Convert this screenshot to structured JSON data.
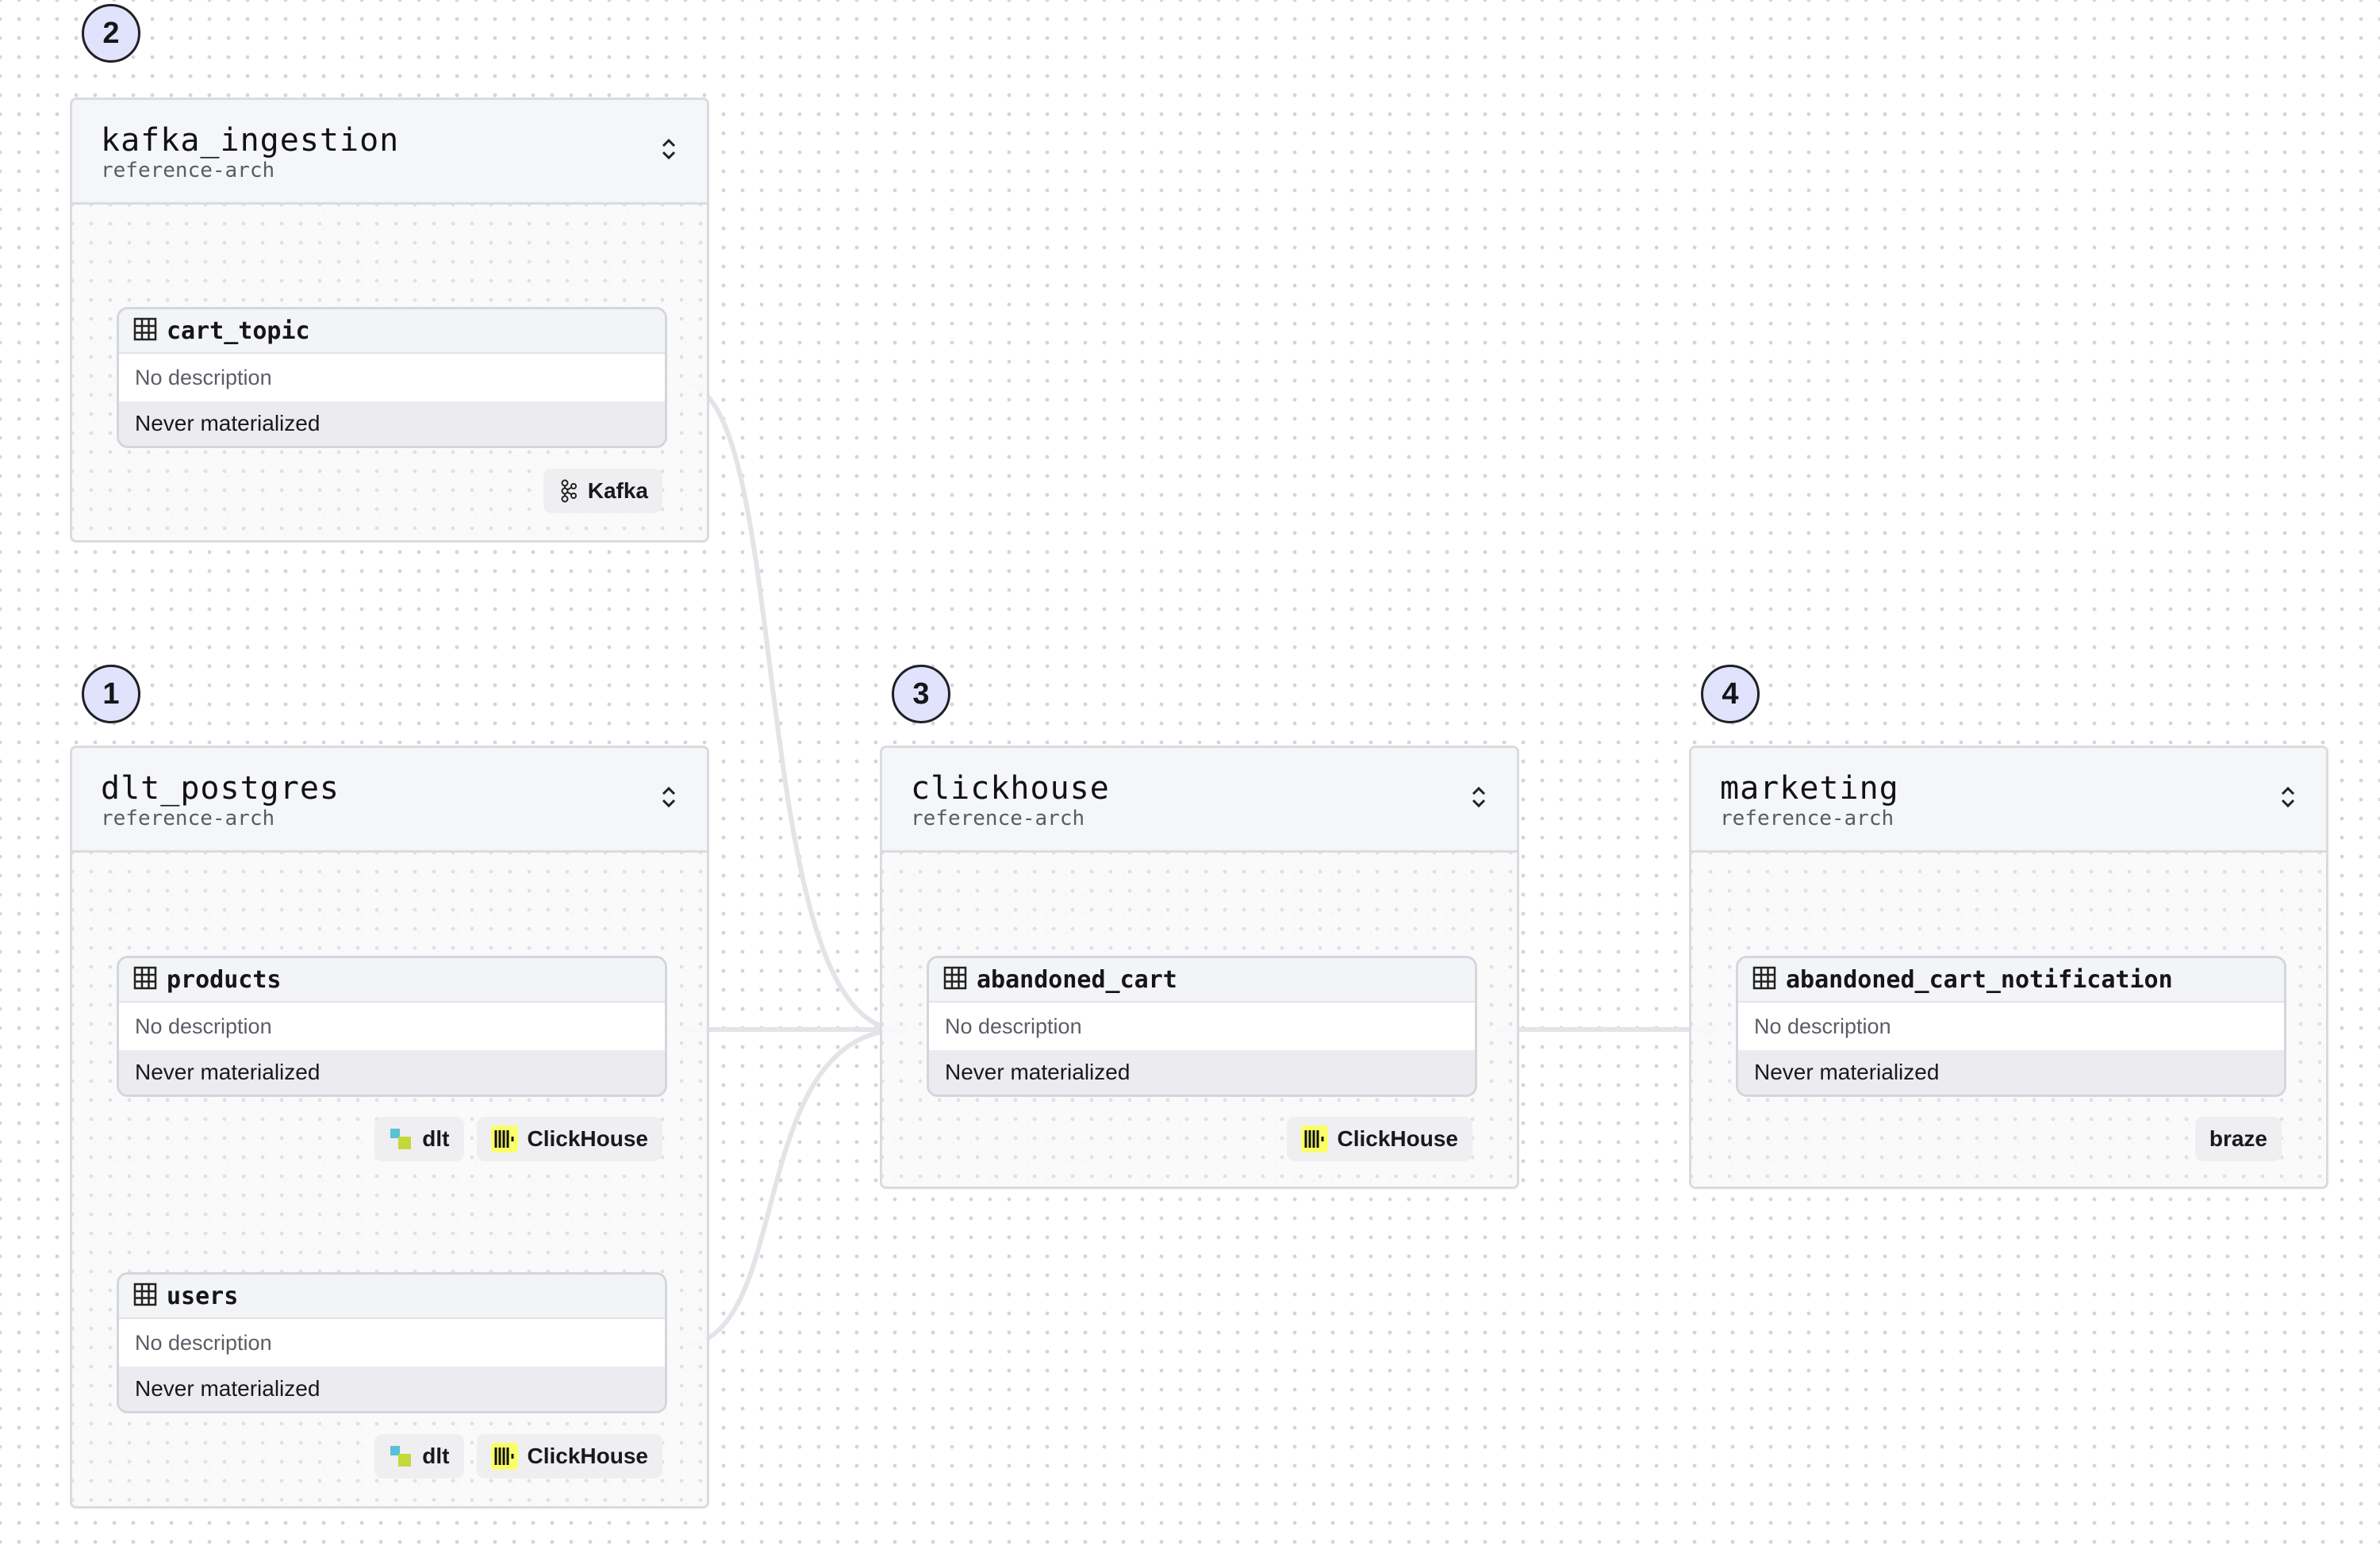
{
  "canvas": {
    "background": "#ffffff",
    "badge_fill": "#e1e2fb",
    "edge_color": "#e3e4e8"
  },
  "groups": {
    "kafka": {
      "step": "2",
      "title": "kafka_ingestion",
      "subtitle": "reference-arch",
      "assets": [
        {
          "name": "cart_topic",
          "description": "No description",
          "status": "Never materialized",
          "tags": [
            {
              "label": "Kafka",
              "icon": "kafka-icon"
            }
          ]
        }
      ]
    },
    "dlt": {
      "step": "1",
      "title": "dlt_postgres",
      "subtitle": "reference-arch",
      "assets": [
        {
          "name": "products",
          "description": "No description",
          "status": "Never materialized",
          "tags": [
            {
              "label": "dlt",
              "icon": "dlt-icon"
            },
            {
              "label": "ClickHouse",
              "icon": "clickhouse-icon"
            }
          ]
        },
        {
          "name": "users",
          "description": "No description",
          "status": "Never materialized",
          "tags": [
            {
              "label": "dlt",
              "icon": "dlt-icon"
            },
            {
              "label": "ClickHouse",
              "icon": "clickhouse-icon"
            }
          ]
        }
      ]
    },
    "clickhouse": {
      "step": "3",
      "title": "clickhouse",
      "subtitle": "reference-arch",
      "assets": [
        {
          "name": "abandoned_cart",
          "description": "No description",
          "status": "Never materialized",
          "tags": [
            {
              "label": "ClickHouse",
              "icon": "clickhouse-icon"
            }
          ]
        }
      ]
    },
    "marketing": {
      "step": "4",
      "title": "marketing",
      "subtitle": "reference-arch",
      "assets": [
        {
          "name": "abandoned_cart_notification",
          "description": "No description",
          "status": "Never materialized",
          "tags": [
            {
              "label": "braze"
            }
          ]
        }
      ]
    }
  }
}
